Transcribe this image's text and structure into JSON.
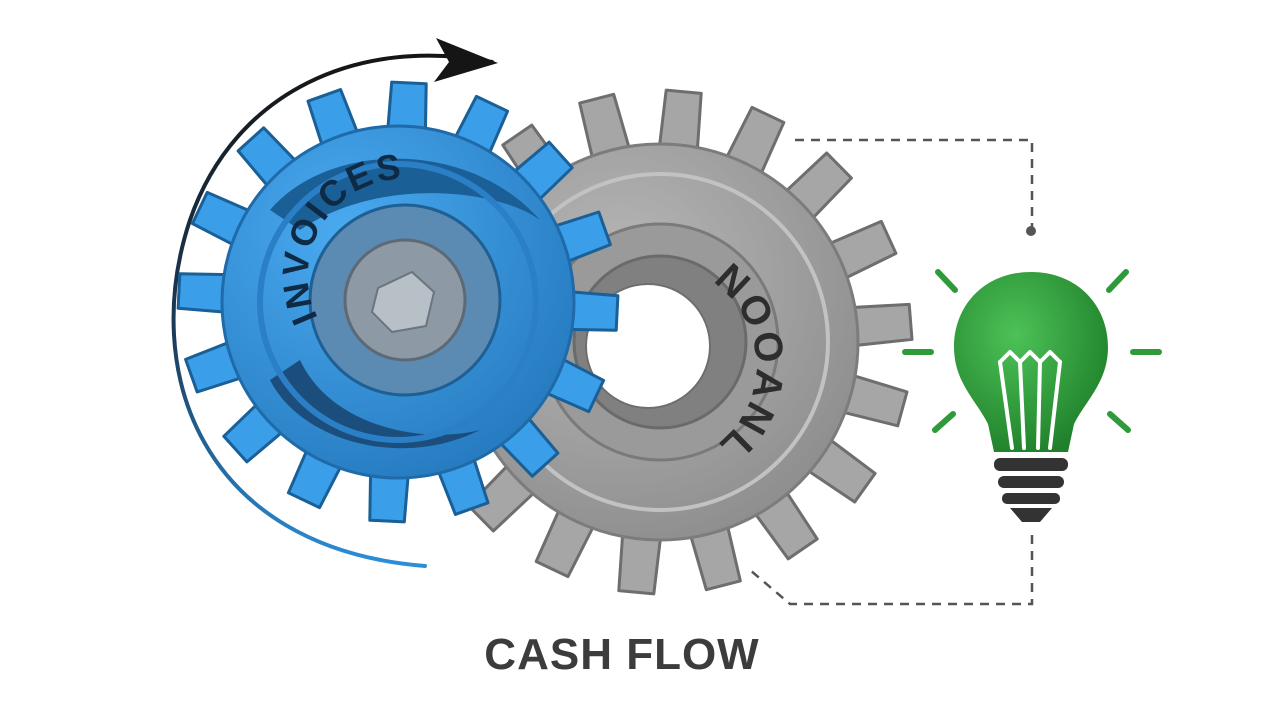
{
  "labels": {
    "blue_gear": "INVOICES",
    "gray_gear": "NOOANL",
    "caption": "CASH FLOW"
  },
  "colors": {
    "blue_light": "#3b9ee8",
    "blue_mid": "#2a7fc6",
    "blue_dark": "#1a5f96",
    "gray_light": "#a6a6a6",
    "gray_mid": "#8b8b8b",
    "gray_dark": "#6e6e6e",
    "bulb_green": "#2e9a3a",
    "bulb_base": "#333333",
    "text_dark": "#3c3c3c",
    "arrow": "#151515",
    "dashed_line": "#555555"
  },
  "icons": {
    "blue_gear": "gear-icon",
    "gray_gear": "gear-icon",
    "bulb": "lightbulb-icon",
    "cycle_arrow": "curved-arrow-icon"
  }
}
